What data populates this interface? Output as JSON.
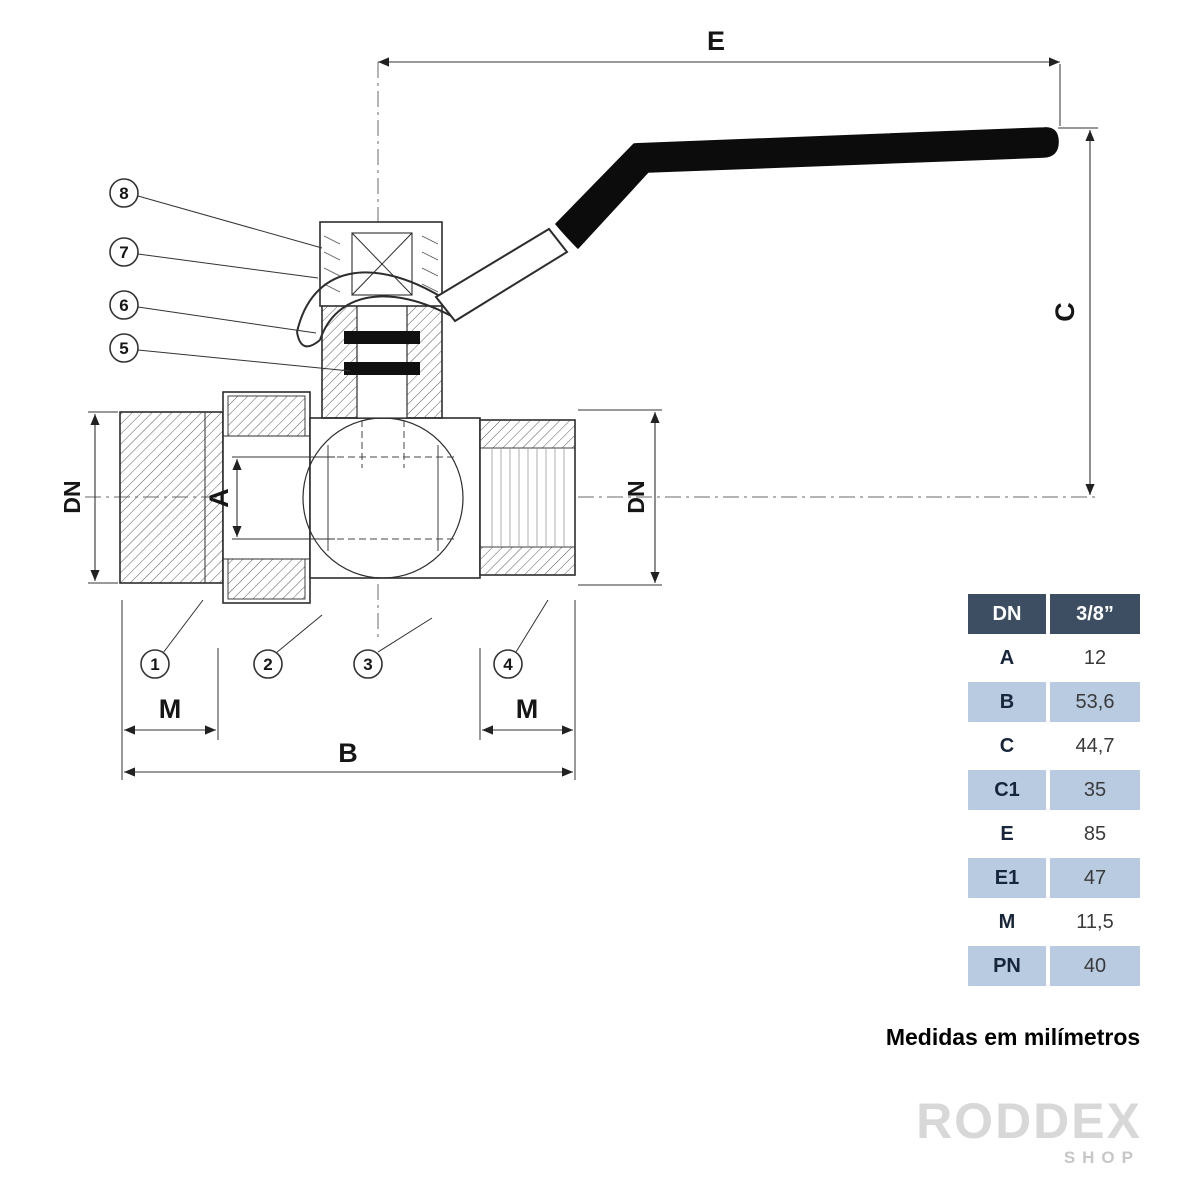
{
  "drawing": {
    "dims": {
      "E": "E",
      "C": "C",
      "B": "B",
      "M": "M",
      "A": "A",
      "DN": "DN"
    },
    "callouts": [
      "1",
      "2",
      "3",
      "4",
      "5",
      "6",
      "7",
      "8"
    ]
  },
  "table": {
    "header": {
      "label": "DN",
      "value": "3/8”"
    },
    "rows": [
      {
        "label": "A",
        "value": "12"
      },
      {
        "label": "B",
        "value": "53,6"
      },
      {
        "label": "C",
        "value": "44,7"
      },
      {
        "label": "C1",
        "value": "35"
      },
      {
        "label": "E",
        "value": "85"
      },
      {
        "label": "E1",
        "value": "47"
      },
      {
        "label": "M",
        "value": "11,5"
      },
      {
        "label": "PN",
        "value": "40"
      }
    ]
  },
  "note": "Medidas em milímetros",
  "logo": {
    "name": "RODDEX",
    "sub": "SHOP"
  },
  "colors": {
    "header_bg": "#3d4e62",
    "row_alt_bg": "#b8cbe0",
    "logo_color": "#d8d8d8",
    "logo_sub_color": "#c7c7c7",
    "line_color": "#2d2d2d"
  }
}
